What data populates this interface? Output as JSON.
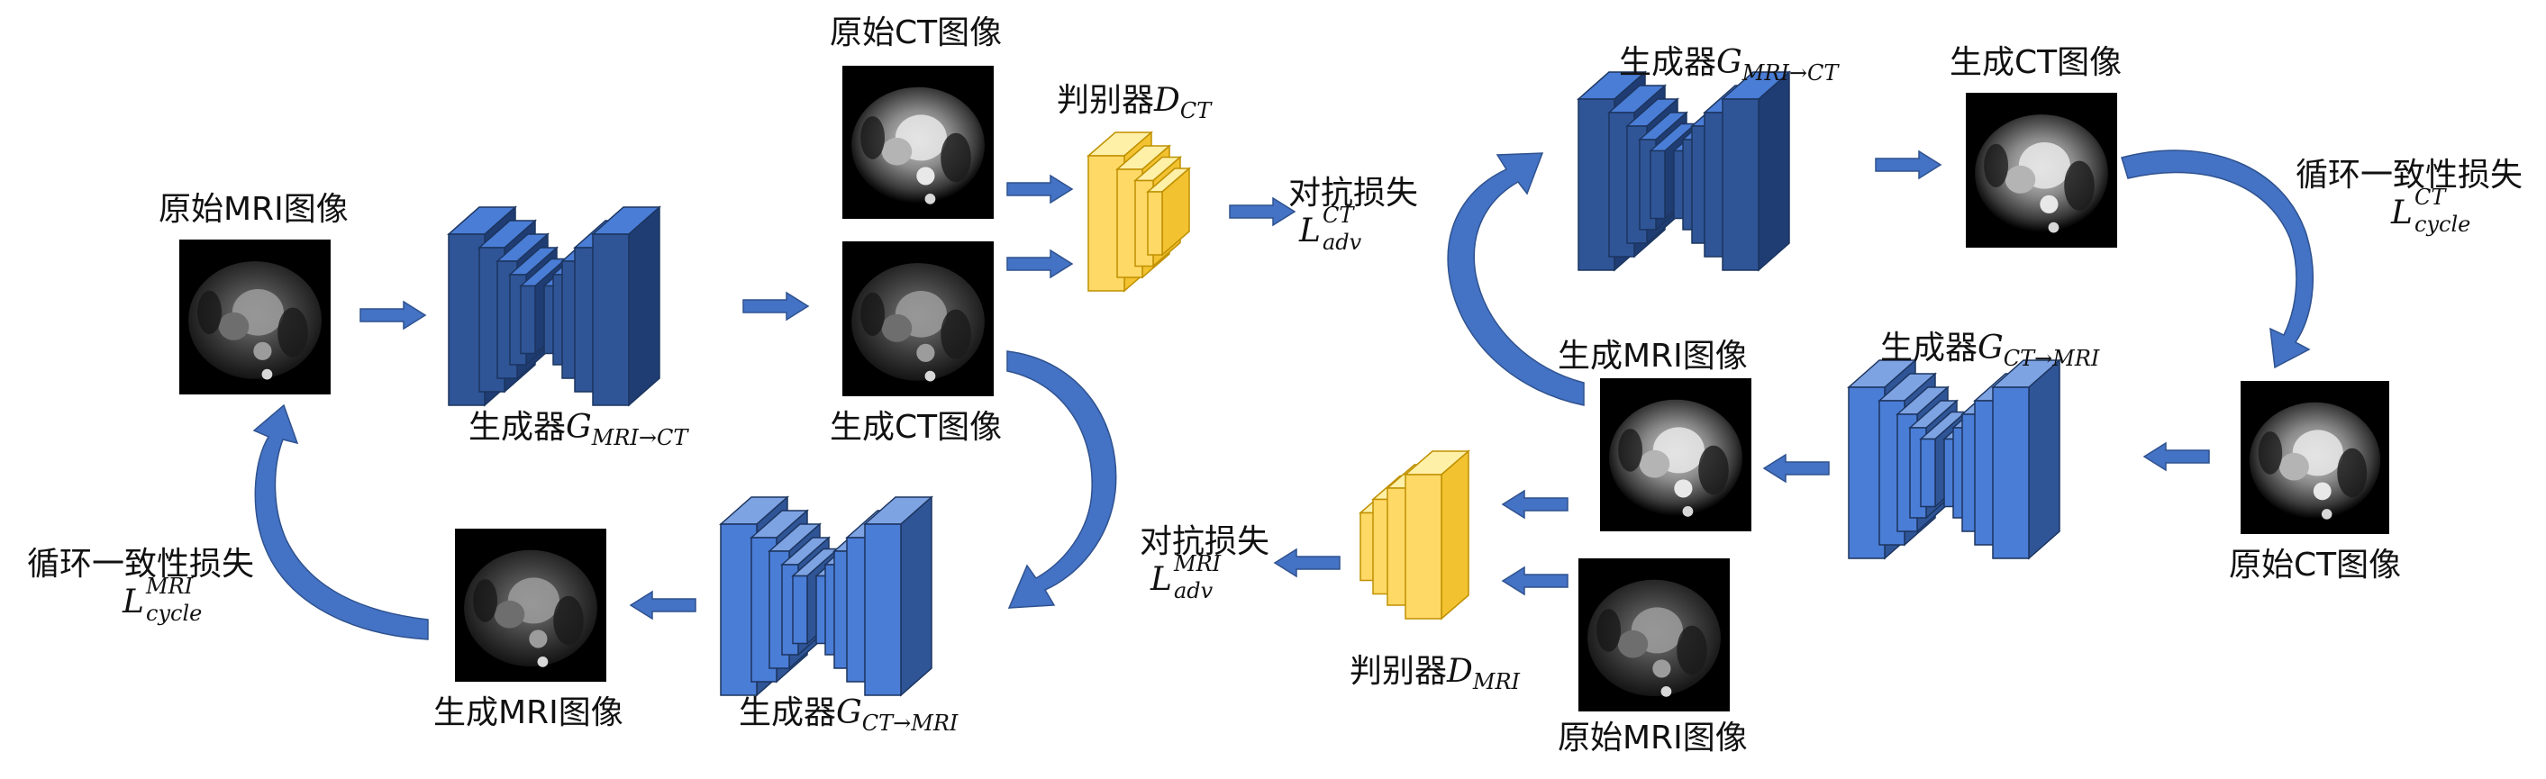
{
  "colors": {
    "arrow_blue": "#4472c4",
    "generator_dark": "#2f5597",
    "generator_light": "#4a7dd6",
    "discriminator_yellow": "#ffd966",
    "discriminator_edge": "#bf9000",
    "scan_bg": "#000000"
  },
  "labels": {
    "orig_mri_left": "原始MRI图像",
    "orig_ct_top": "原始CT图像",
    "gen_ct_left": "生成CT图像",
    "gen_mri_left": "生成MRI图像",
    "gen_ct_right": "生成CT图像",
    "gen_mri_right": "生成MRI图像",
    "orig_ct_right": "原始CT图像",
    "orig_mri_bottom": "原始MRI图像"
  },
  "generators": {
    "prefix": "生成器",
    "symbol": "G",
    "mri_to_ct": "MRI→CT",
    "ct_to_mri": "CT→MRI"
  },
  "discriminators": {
    "prefix": "判别器",
    "symbol": "D",
    "ct": "CT",
    "mri": "MRI"
  },
  "losses": {
    "adv_text": "对抗损失",
    "cycle_text": "循环一致性损失",
    "symbol": "L",
    "adv_sub": "adv",
    "cycle_sub": "cycle",
    "ct": "CT",
    "mri": "MRI"
  },
  "icons": {
    "arrow": "block-arrow-icon",
    "curved_arrow": "curved-arrow-icon",
    "scan": "cardiac-scan-image"
  }
}
